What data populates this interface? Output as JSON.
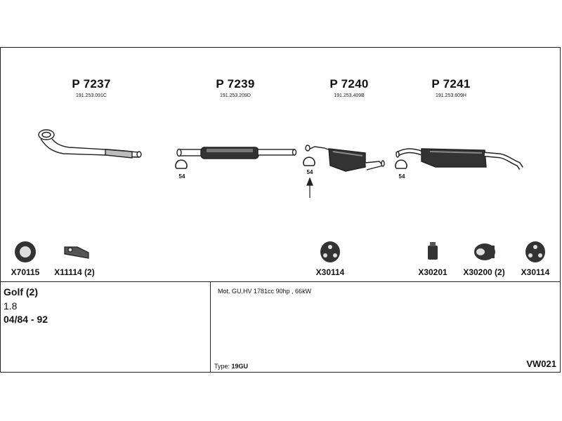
{
  "parts": [
    {
      "id": "p7237",
      "number": "P 7237",
      "ref": "191.253.091C"
    },
    {
      "id": "p7239",
      "number": "P 7239",
      "ref": "191.253.209D"
    },
    {
      "id": "p7240",
      "number": "P 7240",
      "ref": "191.253.409B"
    },
    {
      "id": "p7241",
      "number": "P 7241",
      "ref": "191.253.609H"
    }
  ],
  "clamps": [
    {
      "label": "54"
    },
    {
      "label": "54"
    },
    {
      "label": "54"
    }
  ],
  "accessories": [
    {
      "code": "X70115"
    },
    {
      "code": "X11114 (2)"
    },
    {
      "code": "X30114"
    },
    {
      "code": "X30201"
    },
    {
      "code": "X30200 (2)"
    },
    {
      "code": "X30114"
    }
  ],
  "vehicle": {
    "model": "Golf (2)",
    "engine": "1.8",
    "years": "04/84 - 92",
    "motor_desc": "Mot. GU,HV 1781cc 90hp , 66kW",
    "type_label": "Type:",
    "type_value": "19GU",
    "ref_code": "VW021"
  },
  "colors": {
    "line": "#222222",
    "fill_dark": "#333333",
    "fill_light": "#bdbdbd"
  }
}
